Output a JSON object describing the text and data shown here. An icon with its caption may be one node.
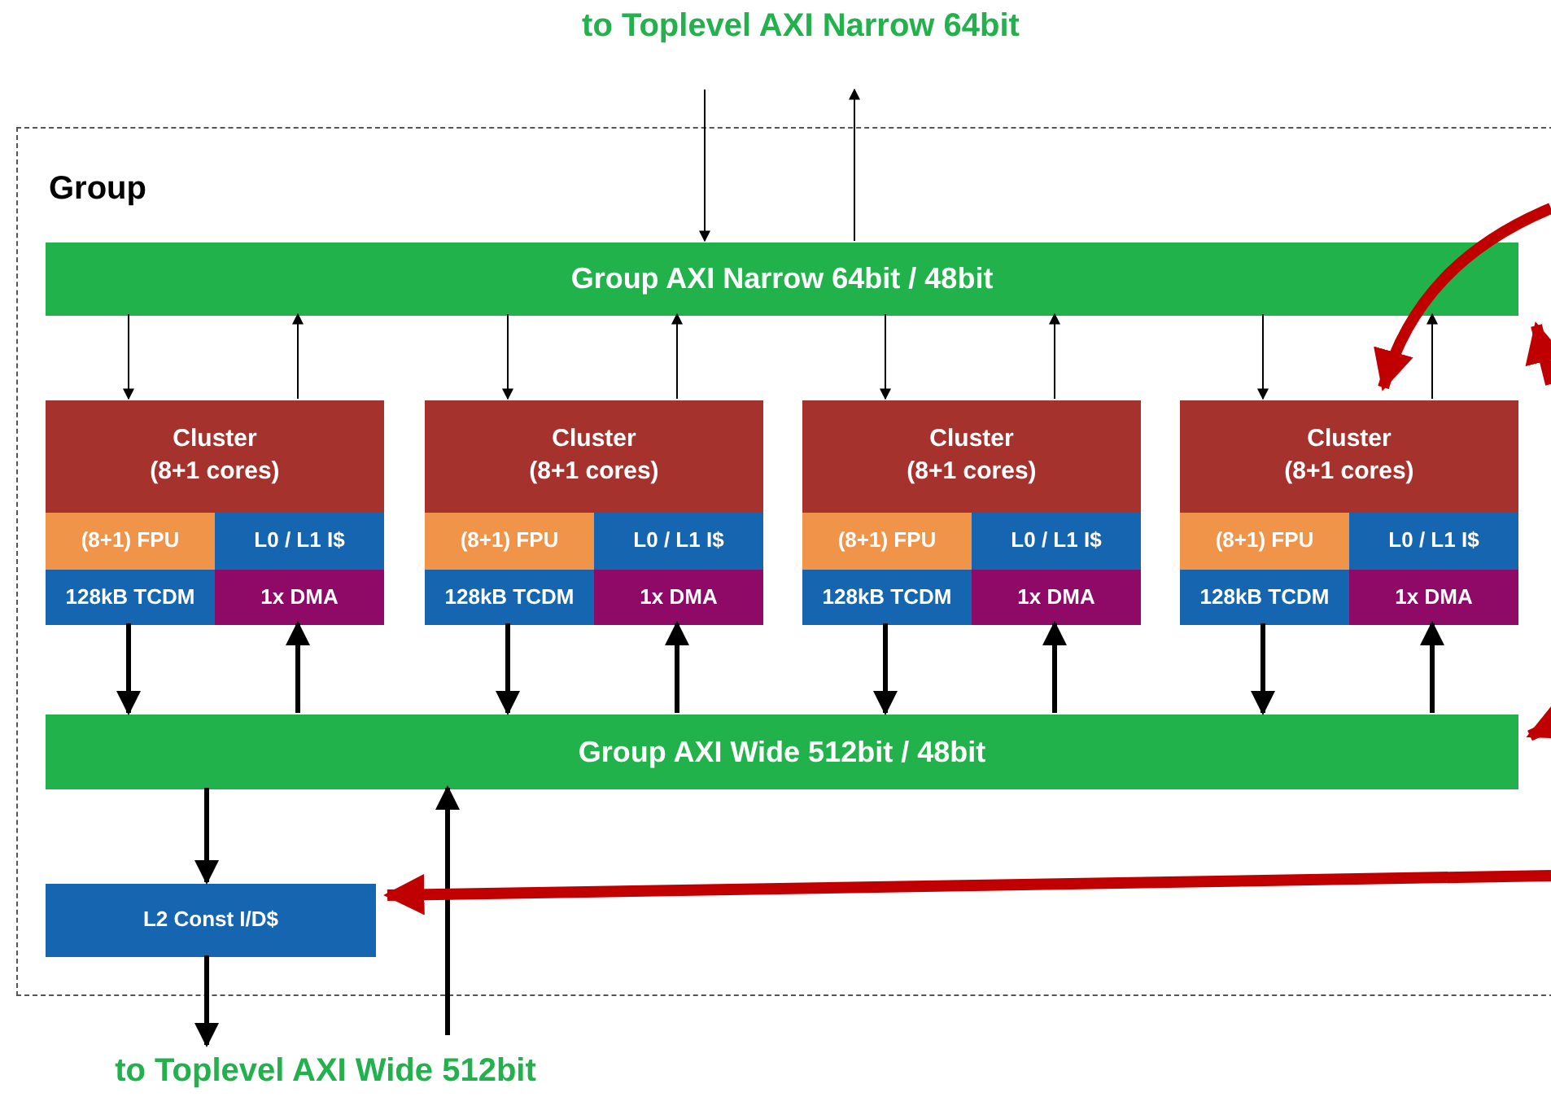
{
  "diagram": {
    "nodes": [
      {
        "text": [
          "to Toplevel AXI Narrow 64bit"
        ]
      },
      {
        "text": [
          "Group"
        ]
      },
      {
        "text": [
          "Group AXI Narrow 64bit / 48bit"
        ],
        "in": 1
      },
      {
        "text": [
          "Cluster (8+1 cores)"
        ],
        "in": 1
      },
      {
        "text": [
          "(8+1) FPU"
        ],
        "in": 3
      },
      {
        "text": [
          "L0 / L1 I$"
        ],
        "in": 3
      },
      {
        "text": [
          "128kB TCDM"
        ],
        "in": 3
      },
      {
        "text": [
          "1x DMA"
        ],
        "in": 3
      },
      {
        "text": [
          "Cluster (8+1 cores)"
        ],
        "in": 1
      },
      {
        "text": [
          "(8+1) FPU"
        ],
        "in": 8
      },
      {
        "text": [
          "L0 / L1 I$"
        ],
        "in": 8
      },
      {
        "text": [
          "128kB TCDM"
        ],
        "in": 8
      },
      {
        "text": [
          "1x DMA"
        ],
        "in": 8
      },
      {
        "text": [
          "Cluster (8+1 cores)"
        ],
        "in": 1
      },
      {
        "text": [
          "(8+1) FPU"
        ],
        "in": 13
      },
      {
        "text": [
          "L0 / L1 I$"
        ],
        "in": 13
      },
      {
        "text": [
          "128kB TCDM"
        ],
        "in": 13
      },
      {
        "text": [
          "1x DMA"
        ],
        "in": 13
      },
      {
        "text": [
          "Cluster (8+1 cores)"
        ],
        "in": 1
      },
      {
        "text": [
          "(8+1) FPU"
        ],
        "in": 18
      },
      {
        "text": [
          "L0 / L1 I$"
        ],
        "in": 18
      },
      {
        "text": [
          "128kB TCDM"
        ],
        "in": 18
      },
      {
        "text": [
          "1x DMA"
        ],
        "in": 18
      },
      {
        "text": [
          "Group AXI Wide 512bit / 48bit"
        ],
        "in": 1
      },
      {
        "text": [
          "L2 Const I/D$"
        ],
        "in": 1
      },
      {
        "text": [
          "to Toplevel AXI Wide 512bit"
        ]
      }
    ],
    "edges": [
      {
        "from": 0,
        "to": 2,
        "arrow": "to"
      },
      {
        "from": 2,
        "to": 0,
        "arrow": "to"
      },
      {
        "from": 2,
        "to": 3,
        "arrow": "to"
      },
      {
        "from": 3,
        "to": 2,
        "arrow": "to"
      },
      {
        "from": 2,
        "to": 8,
        "arrow": "to"
      },
      {
        "from": 8,
        "to": 2,
        "arrow": "to"
      },
      {
        "from": 2,
        "to": 13,
        "arrow": "to"
      },
      {
        "from": 13,
        "to": 2,
        "arrow": "to"
      },
      {
        "from": 2,
        "to": 18,
        "arrow": "to"
      },
      {
        "from": 18,
        "to": 2,
        "arrow": "to"
      },
      {
        "from": 6,
        "to": 23,
        "arrow": "to"
      },
      {
        "from": 23,
        "to": 7,
        "arrow": "to"
      },
      {
        "from": 11,
        "to": 23,
        "arrow": "to"
      },
      {
        "from": 23,
        "to": 12,
        "arrow": "to"
      },
      {
        "from": 16,
        "to": 23,
        "arrow": "to"
      },
      {
        "from": 23,
        "to": 17,
        "arrow": "to"
      },
      {
        "from": 21,
        "to": 23,
        "arrow": "to"
      },
      {
        "from": 23,
        "to": 22,
        "arrow": "to"
      },
      {
        "from": 23,
        "to": 24,
        "arrow": "to"
      },
      {
        "from": 24,
        "to": 25,
        "arrow": "to"
      },
      {
        "from": 25,
        "to": 23,
        "arrow": "to"
      },
      {
        "from": null,
        "to": 18,
        "arrow": "to",
        "style": "thick",
        "color": "#c00000"
      },
      {
        "from": null,
        "to": 2,
        "arrow": "to",
        "style": "thick",
        "color": "#c00000"
      },
      {
        "from": null,
        "to": 23,
        "arrow": "to",
        "style": "thick",
        "color": "#c00000"
      },
      {
        "from": null,
        "to": 24,
        "arrow": "to",
        "style": "thick",
        "color": "#c00000"
      }
    ]
  }
}
